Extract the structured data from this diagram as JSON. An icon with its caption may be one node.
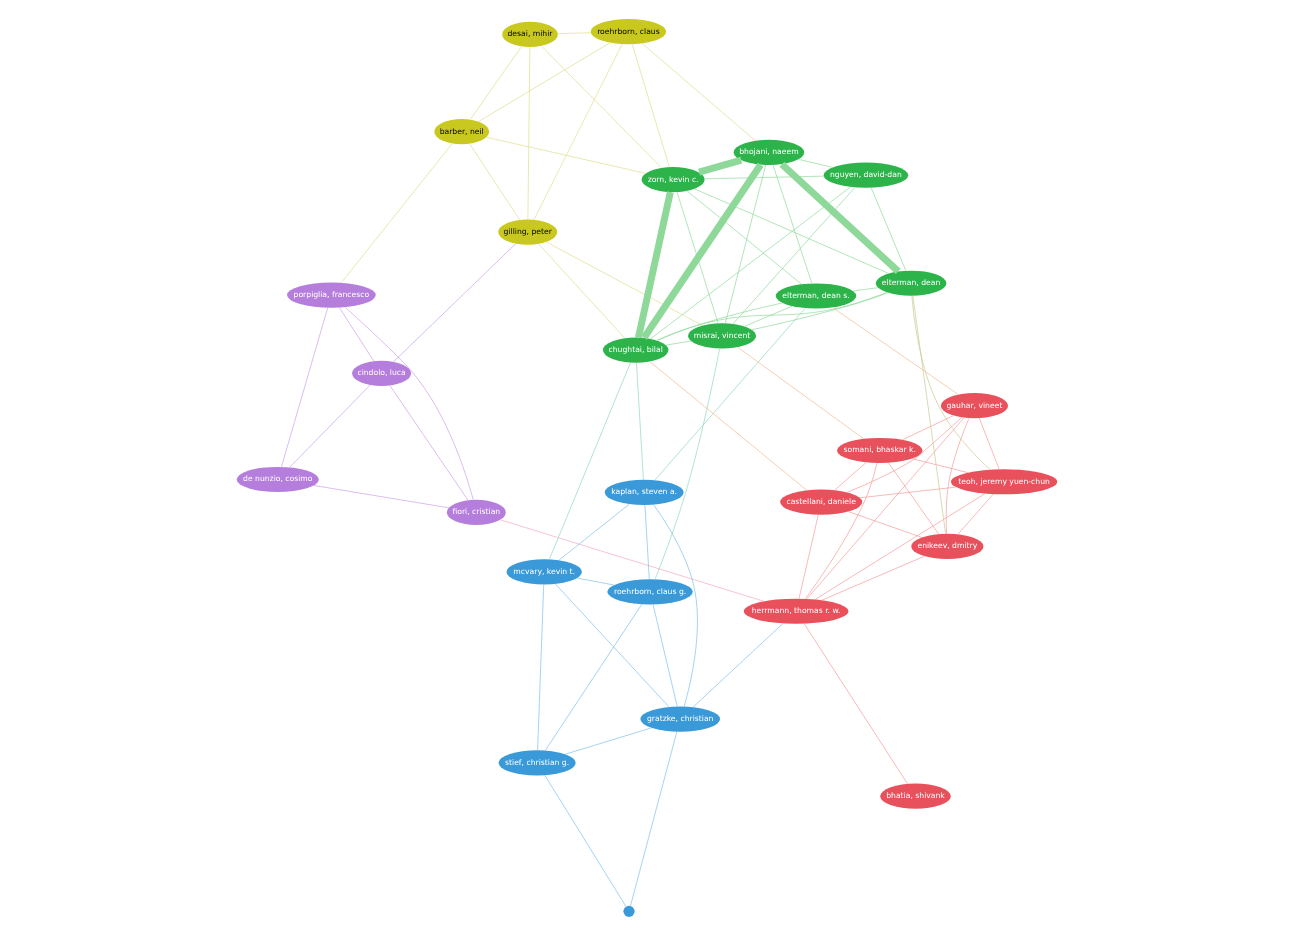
{
  "diagram": {
    "nodes": [
      {
        "text": [
          "fiori, cristian"
        ]
      },
      {
        "text": [
          "porpiglia, francesco"
        ]
      },
      {
        "text": [
          "de nunzio, cosimo"
        ]
      },
      {
        "text": [
          "cindolo, luca"
        ]
      },
      {
        "text": [
          "stief, christian g."
        ]
      },
      {
        "text": [],
        "shape": "circle"
      },
      {
        "text": [
          "gratzke, christian"
        ]
      },
      {
        "text": [
          "roehrborn, claus g."
        ]
      },
      {
        "text": [
          "mcvary, kevin t."
        ]
      },
      {
        "text": [
          "kaplan, steven a."
        ]
      },
      {
        "text": [
          "bhatia, shivank"
        ]
      },
      {
        "text": [
          "herrmann, thomas r. w."
        ]
      },
      {
        "text": [
          "somani, bhaskar k."
        ]
      },
      {
        "text": [
          "gauhar, vineet"
        ]
      },
      {
        "text": [
          "castellani, daniele"
        ]
      },
      {
        "text": [
          "enikeev, dmitry"
        ]
      },
      {
        "text": [
          "teoh, jeremy yuen-chun"
        ]
      },
      {
        "text": [
          "barber, neil"
        ]
      },
      {
        "text": [
          "gilling, peter"
        ]
      },
      {
        "text": [
          "desai, mihir"
        ]
      },
      {
        "text": [
          "roehrborn, claus"
        ]
      },
      {
        "text": [
          "misrai, vincent"
        ]
      },
      {
        "text": [
          "elterman, dean s."
        ]
      },
      {
        "text": [
          "nguyen, david-dan"
        ]
      },
      {
        "text": [
          "chughtai, bilal"
        ]
      },
      {
        "text": [
          "elterman, dean"
        ]
      },
      {
        "text": [
          "zorn, kevin c."
        ]
      },
      {
        "text": [
          "bhojani, naeem"
        ]
      }
    ],
    "edges": [
      {
        "from": 0,
        "to": 1,
        "arrow": "none",
        "color": "#c9a0e8"
      },
      {
        "from": 0,
        "to": 2,
        "arrow": "none",
        "color": "#c9a0e8"
      },
      {
        "from": 0,
        "to": 3,
        "arrow": "none",
        "color": "#c9a0e8"
      },
      {
        "from": 1,
        "to": 2,
        "arrow": "none",
        "color": "#c9a0e8"
      },
      {
        "from": 1,
        "to": 3,
        "arrow": "none",
        "color": "#c9a0e8"
      },
      {
        "from": 2,
        "to": 3,
        "arrow": "none",
        "color": "#c9a0e8"
      },
      {
        "from": 1,
        "to": 17,
        "arrow": "none",
        "color": "#dede8a"
      },
      {
        "from": 3,
        "to": 18,
        "arrow": "none",
        "color": "#c9a0e8"
      },
      {
        "from": 0,
        "to": 11,
        "arrow": "none",
        "color": "#f5a8c0"
      },
      {
        "from": 4,
        "to": 5,
        "arrow": "none",
        "color": "#7fbfea"
      },
      {
        "from": 4,
        "to": 6,
        "arrow": "none",
        "color": "#7fbfea"
      },
      {
        "from": 5,
        "to": 6,
        "arrow": "none",
        "color": "#7fbfea"
      },
      {
        "from": 4,
        "to": 7,
        "arrow": "none",
        "color": "#7fbfea"
      },
      {
        "from": 4,
        "to": 8,
        "arrow": "none",
        "color": "#7fbfea"
      },
      {
        "from": 6,
        "to": 7,
        "arrow": "none",
        "color": "#7fbfea"
      },
      {
        "from": 6,
        "to": 8,
        "arrow": "none",
        "color": "#7fbfea"
      },
      {
        "from": 7,
        "to": 8,
        "arrow": "none",
        "color": "#7fbfea"
      },
      {
        "from": 7,
        "to": 9,
        "arrow": "none",
        "color": "#7fbfea"
      },
      {
        "from": 8,
        "to": 9,
        "arrow": "none",
        "color": "#7fbfea"
      },
      {
        "from": 6,
        "to": 9,
        "arrow": "none",
        "color": "#7fbfea"
      },
      {
        "from": 6,
        "to": 11,
        "arrow": "none",
        "color": "#7fbfea"
      },
      {
        "from": 9,
        "to": 24,
        "arrow": "none",
        "color": "#8fd6c0"
      },
      {
        "from": 8,
        "to": 24,
        "arrow": "none",
        "color": "#8fd6c0"
      },
      {
        "from": 7,
        "to": 21,
        "arrow": "none",
        "color": "#8fd6c0"
      },
      {
        "from": 9,
        "to": 22,
        "arrow": "none",
        "color": "#8fd6c0"
      },
      {
        "from": 10,
        "to": 11,
        "arrow": "none",
        "color": "#f59a9a"
      },
      {
        "from": 11,
        "to": 12,
        "arrow": "none",
        "color": "#f59a9a"
      },
      {
        "from": 11,
        "to": 13,
        "arrow": "none",
        "color": "#f59a9a"
      },
      {
        "from": 11,
        "to": 14,
        "arrow": "none",
        "color": "#f59a9a"
      },
      {
        "from": 11,
        "to": 15,
        "arrow": "none",
        "color": "#f59a9a"
      },
      {
        "from": 11,
        "to": 16,
        "arrow": "none",
        "color": "#f59a9a"
      },
      {
        "from": 12,
        "to": 13,
        "arrow": "none",
        "color": "#f59a9a"
      },
      {
        "from": 12,
        "to": 14,
        "arrow": "none",
        "color": "#f59a9a"
      },
      {
        "from": 12,
        "to": 15,
        "arrow": "none",
        "color": "#f59a9a"
      },
      {
        "from": 12,
        "to": 16,
        "arrow": "none",
        "color": "#f59a9a"
      },
      {
        "from": 13,
        "to": 14,
        "arrow": "none",
        "color": "#f59a9a"
      },
      {
        "from": 13,
        "to": 15,
        "arrow": "none",
        "color": "#f59a9a"
      },
      {
        "from": 13,
        "to": 16,
        "arrow": "none",
        "color": "#f59a9a"
      },
      {
        "from": 14,
        "to": 15,
        "arrow": "none",
        "color": "#f59a9a"
      },
      {
        "from": 14,
        "to": 16,
        "arrow": "none",
        "color": "#f59a9a"
      },
      {
        "from": 15,
        "to": 16,
        "arrow": "none",
        "color": "#f59a9a"
      },
      {
        "from": 17,
        "to": 18,
        "arrow": "none",
        "color": "#dede8a"
      },
      {
        "from": 17,
        "to": 19,
        "arrow": "none",
        "color": "#dede8a"
      },
      {
        "from": 17,
        "to": 20,
        "arrow": "none",
        "color": "#dede8a"
      },
      {
        "from": 18,
        "to": 19,
        "arrow": "none",
        "color": "#dede8a"
      },
      {
        "from": 18,
        "to": 20,
        "arrow": "none",
        "color": "#dede8a"
      },
      {
        "from": 19,
        "to": 20,
        "arrow": "none",
        "color": "#dede8a"
      },
      {
        "from": 17,
        "to": 26,
        "arrow": "none",
        "color": "#dede8a"
      },
      {
        "from": 19,
        "to": 26,
        "arrow": "none",
        "color": "#dede8a"
      },
      {
        "from": 20,
        "to": 26,
        "arrow": "none",
        "color": "#dede8a"
      },
      {
        "from": 18,
        "to": 21,
        "arrow": "none",
        "color": "#dede8a"
      },
      {
        "from": 20,
        "to": 27,
        "arrow": "none",
        "color": "#dede8a"
      },
      {
        "from": 18,
        "to": 24,
        "arrow": "none",
        "color": "#dede8a"
      },
      {
        "from": 21,
        "to": 22,
        "arrow": "none",
        "color": "#8ed99a"
      },
      {
        "from": 21,
        "to": 23,
        "arrow": "none",
        "color": "#8ed99a"
      },
      {
        "from": 21,
        "to": 24,
        "arrow": "none",
        "color": "#8ed99a"
      },
      {
        "from": 21,
        "to": 25,
        "arrow": "none",
        "color": "#8ed99a"
      },
      {
        "from": 21,
        "to": 26,
        "arrow": "none",
        "color": "#8ed99a"
      },
      {
        "from": 21,
        "to": 27,
        "arrow": "none",
        "color": "#8ed99a"
      },
      {
        "from": 22,
        "to": 24,
        "arrow": "none",
        "color": "#8ed99a"
      },
      {
        "from": 22,
        "to": 25,
        "arrow": "none",
        "color": "#8ed99a"
      },
      {
        "from": 22,
        "to": 26,
        "arrow": "none",
        "color": "#8ed99a"
      },
      {
        "from": 22,
        "to": 27,
        "arrow": "none",
        "color": "#8ed99a"
      },
      {
        "from": 23,
        "to": 24,
        "arrow": "none",
        "color": "#8ed99a"
      },
      {
        "from": 23,
        "to": 25,
        "arrow": "none",
        "color": "#8ed99a"
      },
      {
        "from": 23,
        "to": 26,
        "arrow": "none",
        "color": "#8ed99a"
      },
      {
        "from": 23,
        "to": 27,
        "arrow": "none",
        "color": "#8ed99a"
      },
      {
        "from": 24,
        "to": 25,
        "arrow": "none",
        "color": "#8ed99a"
      },
      {
        "from": 24,
        "to": 26,
        "arrow": "none",
        "color": "#8ed99a",
        "style": "thick"
      },
      {
        "from": 24,
        "to": 27,
        "arrow": "none",
        "color": "#8ed99a",
        "style": "thick"
      },
      {
        "from": 25,
        "to": 26,
        "arrow": "none",
        "color": "#8ed99a"
      },
      {
        "from": 25,
        "to": 27,
        "arrow": "none",
        "color": "#8ed99a",
        "style": "thick"
      },
      {
        "from": 26,
        "to": 27,
        "arrow": "none",
        "color": "#8ed99a",
        "style": "thick"
      },
      {
        "from": 25,
        "to": 15,
        "arrow": "none",
        "color": "#c8c890"
      },
      {
        "from": 25,
        "to": 16,
        "arrow": "none",
        "color": "#c8c890"
      },
      {
        "from": 22,
        "to": 13,
        "arrow": "none",
        "color": "#f0b890"
      },
      {
        "from": 24,
        "to": 14,
        "arrow": "none",
        "color": "#f0b890"
      },
      {
        "from": 21,
        "to": 12,
        "arrow": "none",
        "color": "#f0b890"
      }
    ]
  }
}
